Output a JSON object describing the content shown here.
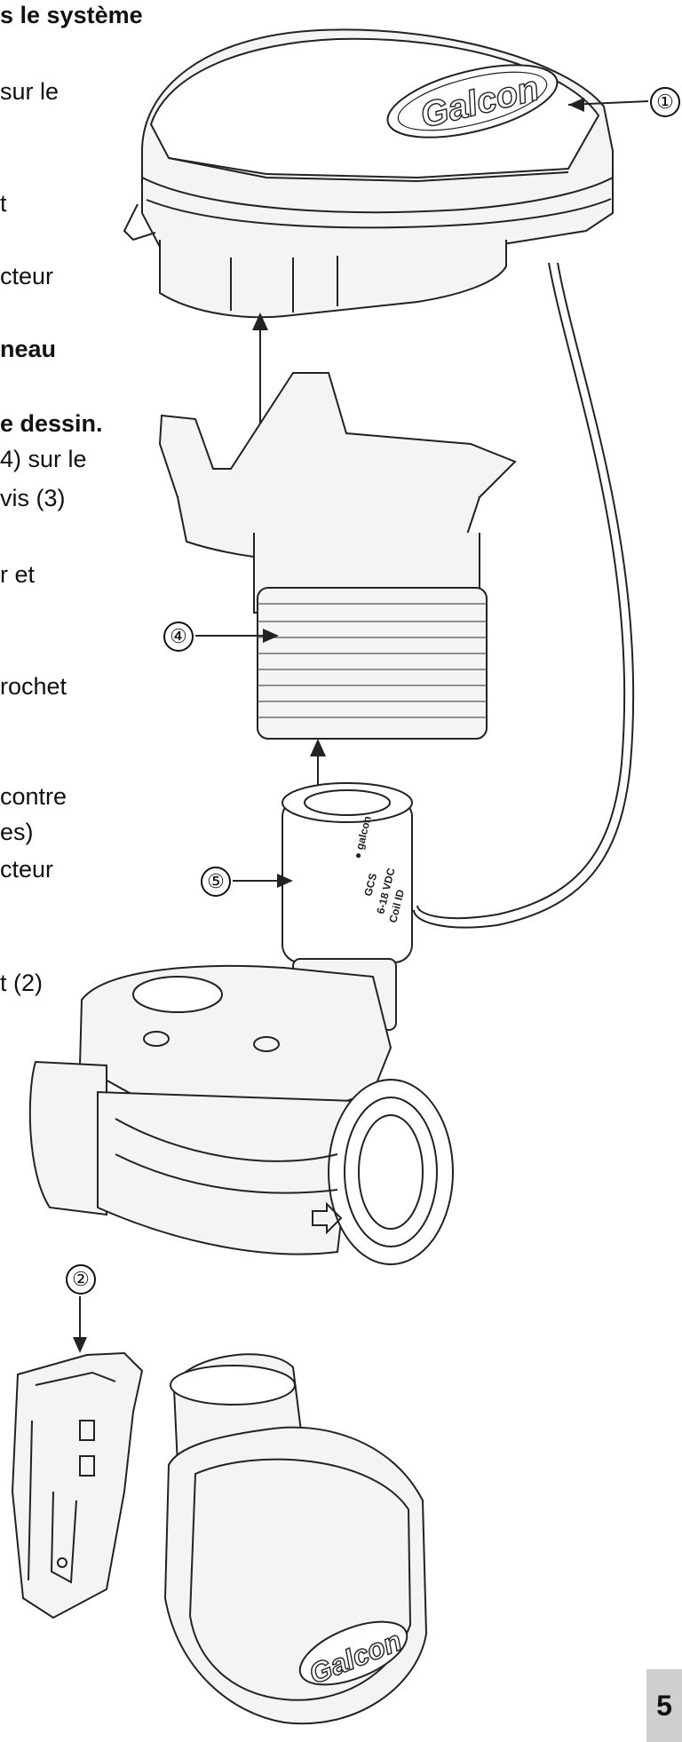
{
  "text_fragments": [
    {
      "text": "s le système",
      "bold": true
    },
    {
      "text": "sur le",
      "bold": false
    },
    {
      "text": "t",
      "bold": false
    },
    {
      "text": "cteur",
      "bold": false
    },
    {
      "text": "neau",
      "bold": true
    },
    {
      "text": "e dessin.",
      "bold": true
    },
    {
      "text": "4) sur le",
      "bold": false
    },
    {
      "text": "vis (3)",
      "bold": false
    },
    {
      "text": "r et",
      "bold": false
    },
    {
      "text": "rochet",
      "bold": false
    },
    {
      "text": "contre",
      "bold": false
    },
    {
      "text": "es)",
      "bold": false
    },
    {
      "text": "cteur",
      "bold": false
    },
    {
      "text": "t (2)",
      "bold": false
    }
  ],
  "callouts": [
    "①",
    "②",
    "④",
    "⑤"
  ],
  "logo_text": "Galcon",
  "solenoid_label": [
    "● galcon",
    "GCS",
    "6-18 VDC",
    "Coil ID"
  ],
  "page_number": "5"
}
